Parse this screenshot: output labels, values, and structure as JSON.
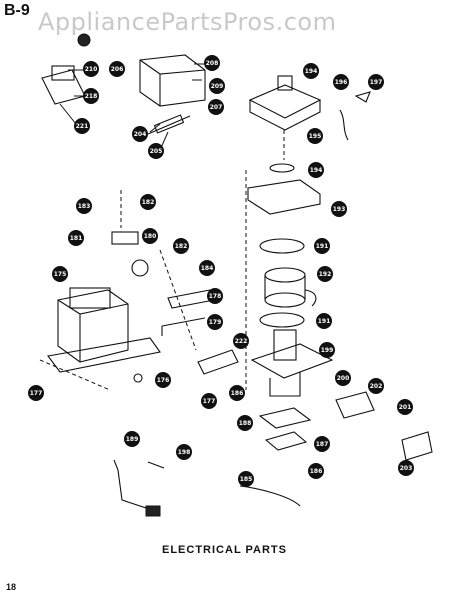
{
  "page_id": "B-9",
  "watermark": "AppliancePartsPros.com",
  "caption": "ELECTRICAL PARTS",
  "page_number": "18",
  "callouts": [
    "210",
    "218",
    "221",
    "206",
    "208",
    "209",
    "207",
    "204",
    "205",
    "194",
    "195",
    "197",
    "196",
    "194",
    "193",
    "183",
    "182",
    "181",
    "180",
    "182",
    "184",
    "178",
    "179",
    "175",
    "176",
    "177",
    "177",
    "222",
    "191",
    "192",
    "191",
    "199",
    "200",
    "202",
    "201",
    "203",
    "186",
    "188",
    "187",
    "189",
    "198",
    "185",
    "186"
  ]
}
